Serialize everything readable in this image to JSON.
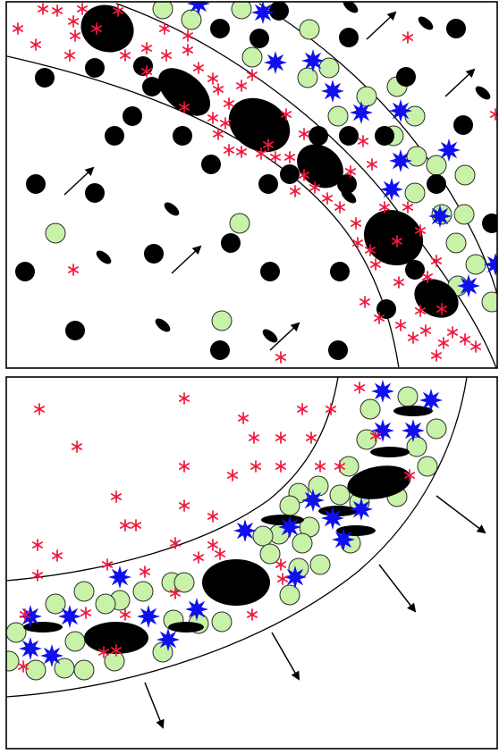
{
  "figure": {
    "panels": [
      {
        "name": "top-panel",
        "flow_direction": "outward-right",
        "band_count": 2
      },
      {
        "name": "bottom-panel",
        "flow_direction": "outward-down-right",
        "band_count": 2
      }
    ]
  },
  "colors": {
    "large_particle": "#000000",
    "light_particle": "#c8f2a8",
    "blue_star": "#1010ee",
    "red_asterisk": "#f0183c",
    "frame": "#000000"
  },
  "icons": {
    "red_marker": "asterisk-icon",
    "blue_marker": "starburst-icon",
    "flow_marker": "arrow-icon"
  }
}
